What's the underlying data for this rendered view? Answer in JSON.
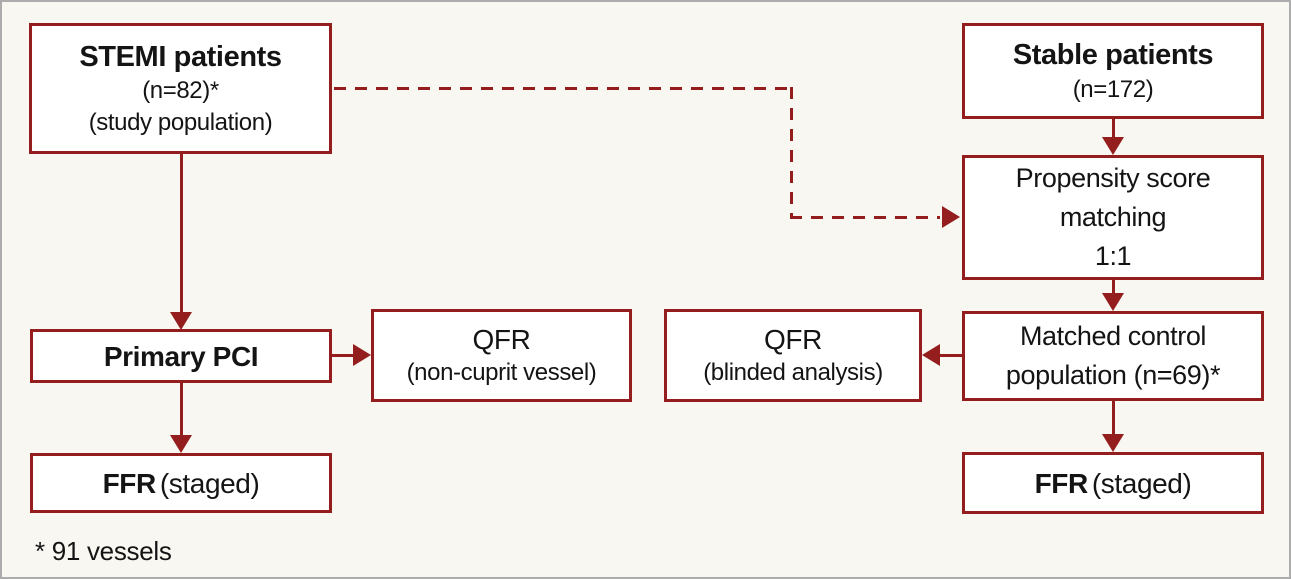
{
  "diagram": {
    "boxes": {
      "stemi": {
        "title": "STEMI patients",
        "subtitle1": "(n=82)*",
        "subtitle2": "(study population)"
      },
      "stable": {
        "title": "Stable patients",
        "subtitle1": "(n=172)"
      },
      "propensity": {
        "line1": "Propensity score",
        "line2": "matching",
        "line3": "1:1"
      },
      "matched": {
        "line1": "Matched control",
        "line2": "population (n=69)*"
      },
      "qfr_non_culprit": {
        "title": "QFR",
        "subtitle": "(non-cuprit vessel)"
      },
      "qfr_blinded": {
        "title": "QFR",
        "subtitle": "(blinded analysis)"
      },
      "primary_pci": {
        "title": "Primary PCI"
      },
      "ffr_left": {
        "bold": "FFR",
        "rest": "(staged)"
      },
      "ffr_right": {
        "bold": "FFR",
        "rest": "(staged)"
      }
    },
    "footnote": "* 91 vessels",
    "colors": {
      "accent": "#941D1D",
      "background": "#F9F7F1",
      "box_fill": "#FFFFFF",
      "frame": "#ACACAC",
      "text": "#141414"
    }
  }
}
